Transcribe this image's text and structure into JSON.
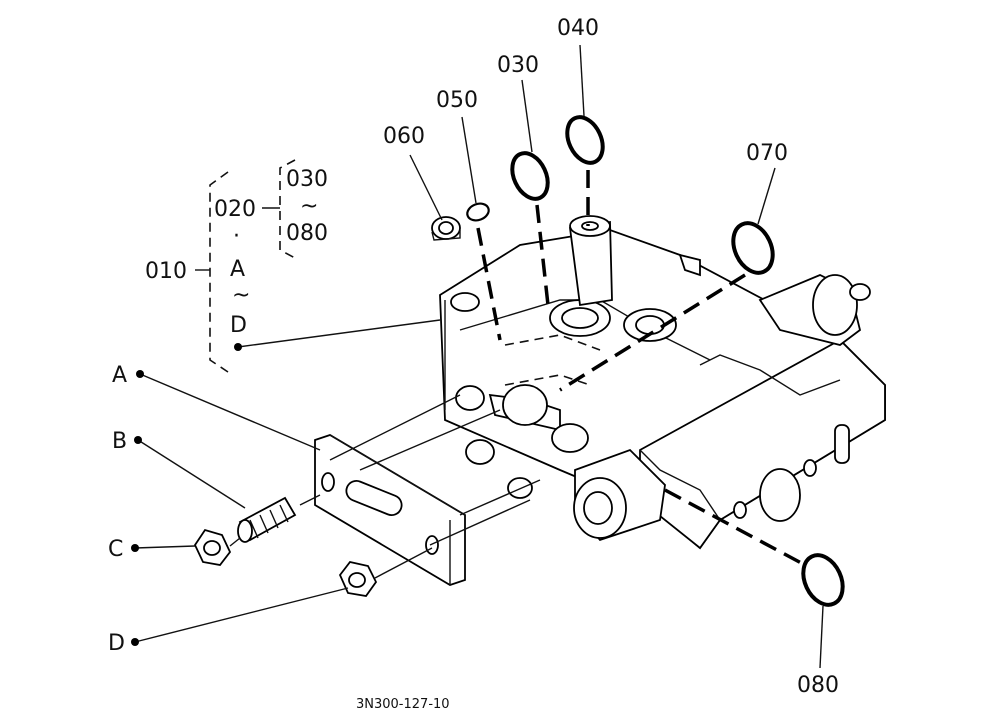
{
  "callouts": {
    "c010": "010",
    "c020": "020",
    "c030": "030",
    "c040": "040",
    "c050": "050",
    "c060": "060",
    "c070": "070",
    "c080": "080"
  },
  "bracket": {
    "inner_top": "030",
    "inner_tilde": "~",
    "inner_bottom": "080",
    "dot": "·",
    "a": "A",
    "tilde": "~",
    "d": "D"
  },
  "letters": {
    "a": "A",
    "b": "B",
    "c": "C",
    "d": "D"
  },
  "drawing_code": "3N300-127-10"
}
